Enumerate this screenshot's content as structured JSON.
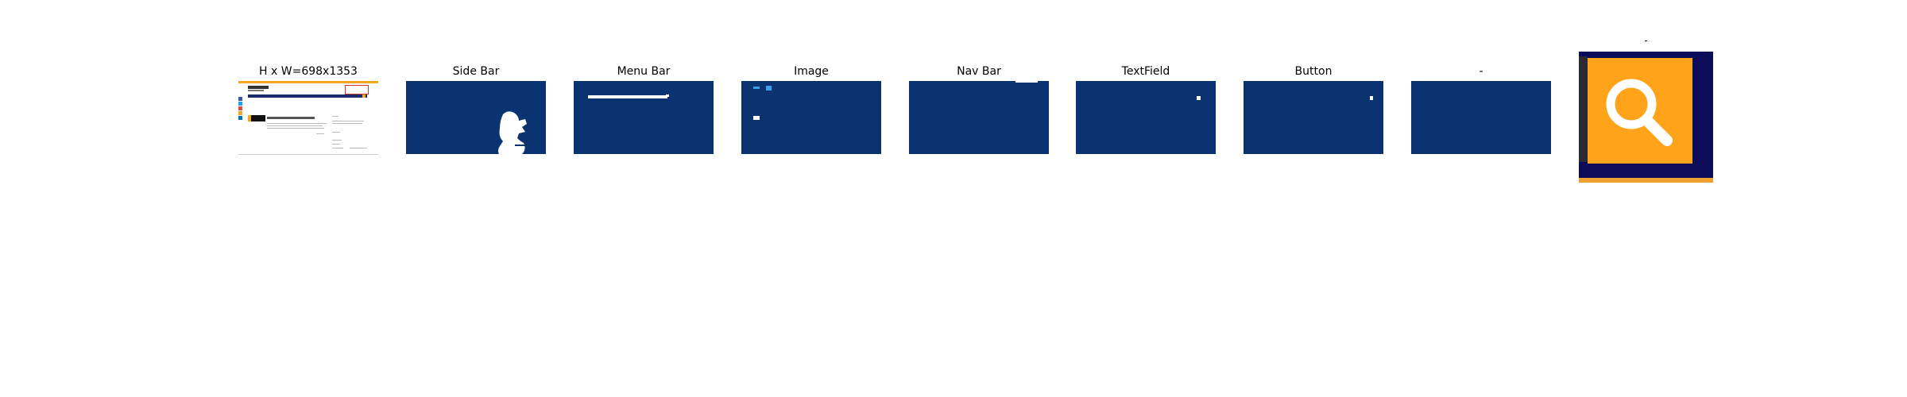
{
  "panels": [
    {
      "title": "H x W=698x1353"
    },
    {
      "title": "Side Bar"
    },
    {
      "title": "Menu Bar"
    },
    {
      "title": "Image"
    },
    {
      "title": "Nav Bar"
    },
    {
      "title": "TextField"
    },
    {
      "title": "Button"
    },
    {
      "title": "-"
    }
  ],
  "zoom": {
    "title": "-",
    "icon": "search-icon"
  },
  "colors": {
    "tile_background": "#0b3271",
    "icon_orange": "#ffa31a",
    "icon_frame": "#0b0b5a"
  }
}
